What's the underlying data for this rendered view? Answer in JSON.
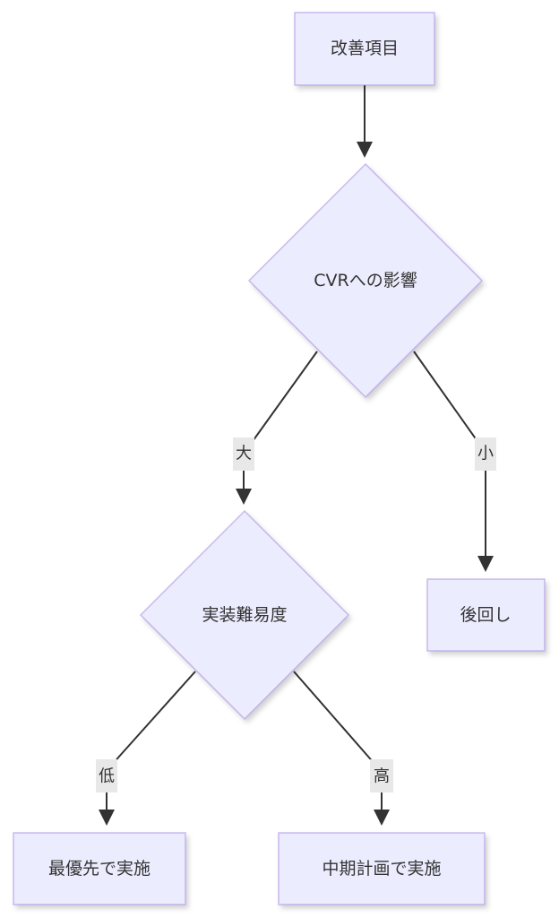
{
  "diagram": {
    "type": "flowchart",
    "direction": "top-down",
    "colors": {
      "node_fill": "#ececff",
      "node_border": "#c8c8f8",
      "edge": "#333333",
      "text": "#333333",
      "edge_label_bg": "#e8e8e8"
    },
    "nodes": {
      "start": {
        "label": "改善項目",
        "shape": "rectangle"
      },
      "cvr": {
        "label": "CVRへの影響",
        "shape": "diamond"
      },
      "difficulty": {
        "label": "実装難易度",
        "shape": "diamond"
      },
      "postpone": {
        "label": "後回し",
        "shape": "rectangle"
      },
      "top_priority": {
        "label": "最優先で実施",
        "shape": "rectangle"
      },
      "mid_term": {
        "label": "中期計画で実施",
        "shape": "rectangle"
      }
    },
    "edges": {
      "start_to_cvr": {
        "from": "改善項目",
        "to": "CVRへの影響",
        "label": ""
      },
      "cvr_to_difficulty": {
        "from": "CVRへの影響",
        "to": "実装難易度",
        "label": "大"
      },
      "cvr_to_postpone": {
        "from": "CVRへの影響",
        "to": "後回し",
        "label": "小"
      },
      "difficulty_to_top": {
        "from": "実装難易度",
        "to": "最優先で実施",
        "label": "低"
      },
      "difficulty_to_mid": {
        "from": "実装難易度",
        "to": "中期計画で実施",
        "label": "高"
      }
    }
  }
}
